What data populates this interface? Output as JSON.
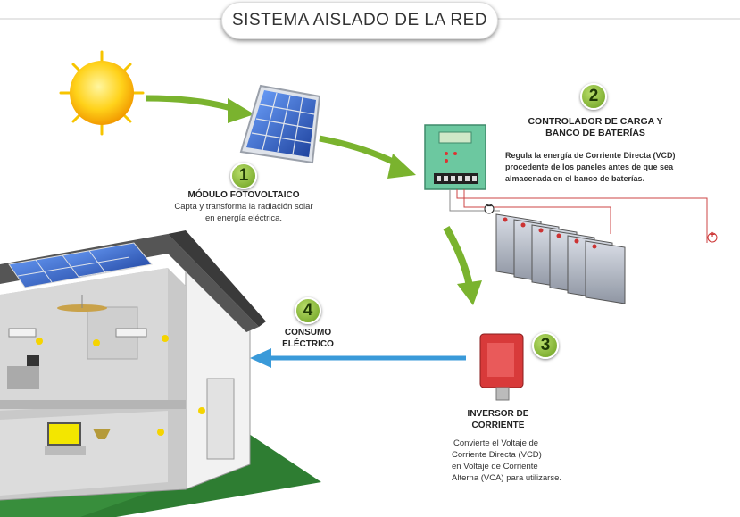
{
  "title": "SISTEMA AISLADO DE LA RED",
  "steps": [
    {
      "number": "1",
      "title": "MÓDULO FOTOVOLTAICO",
      "desc_lines": [
        "Capta y transforma la radiación solar",
        "en energía eléctrica."
      ]
    },
    {
      "number": "2",
      "title_lines": [
        "CONTROLADOR DE CARGA Y",
        "BANCO DE BATERÍAS"
      ],
      "desc_lines": [
        "Regula la energía  de Corriente Directa (VCD)",
        "procedente de los paneles antes de que sea",
        "almacenada en el banco de baterías."
      ]
    },
    {
      "number": "3",
      "title_lines": [
        "INVERSOR DE",
        "CORRIENTE"
      ],
      "desc_lines": [
        "Convierte el Voltaje de",
        "Corriente Directa (VCD)",
        "en Voltaje de Corriente",
        "Alterna (VCA)  para utilizarse."
      ]
    },
    {
      "number": "4",
      "title_lines": [
        "CONSUMO",
        "ELÉCTRICO"
      ]
    }
  ],
  "battery_terminals": {
    "negative": "−",
    "positive": "+"
  },
  "colors": {
    "arrow_green": "#7ab32e",
    "arrow_blue": "#3a9ad9",
    "sun": "#f5b400",
    "panel": "#2a5cb8",
    "grass": "#2e7d32"
  }
}
